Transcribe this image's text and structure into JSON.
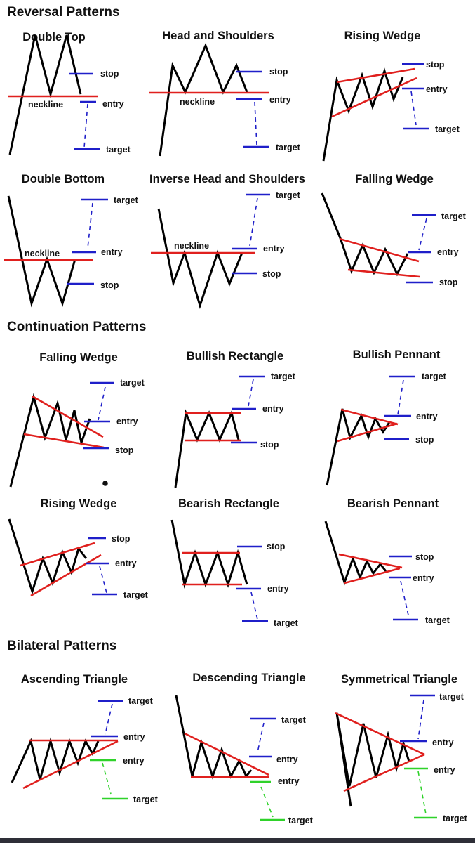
{
  "sections": {
    "reversal": "Reversal Patterns",
    "continuation": "Continuation Patterns",
    "bilateral": "Bilateral Patterns"
  },
  "patterns": {
    "double_top": "Double Top",
    "head_shoulders": "Head and Shoulders",
    "rising_wedge_rev": "Rising Wedge",
    "double_bottom": "Double Bottom",
    "inverse_hs": "Inverse Head and Shoulders",
    "falling_wedge_rev": "Falling Wedge",
    "falling_wedge_cont": "Falling Wedge",
    "bullish_rectangle": "Bullish Rectangle",
    "bullish_pennant": "Bullish Pennant",
    "rising_wedge_cont": "Rising Wedge",
    "bearish_rectangle": "Bearish Rectangle",
    "bearish_pennant": "Bearish Pennant",
    "ascending_triangle": "Ascending Triangle",
    "descending_triangle": "Descending Triangle",
    "symmetrical_triangle": "Symmetrical Triangle"
  },
  "labels": {
    "stop": "stop",
    "entry": "entry",
    "target": "target",
    "neckline": "neckline"
  },
  "colors": {
    "price": "#000000",
    "trendline": "#e0201e",
    "level": "#1f1fc9",
    "alt_level": "#2fd22a"
  }
}
